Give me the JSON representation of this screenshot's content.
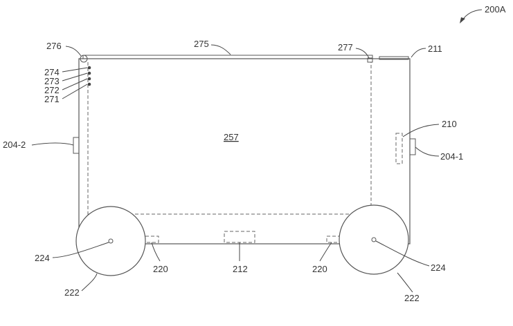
{
  "figure": {
    "id_label": "200A"
  },
  "labels": {
    "ref_276": "276",
    "ref_275": "275",
    "ref_277": "277",
    "ref_211": "211",
    "ref_274": "274",
    "ref_273": "273",
    "ref_272": "272",
    "ref_271": "271",
    "ref_204_2": "204-2",
    "ref_257": "257",
    "ref_210": "210",
    "ref_204_1": "204-1",
    "ref_224_left": "224",
    "ref_220_left": "220",
    "ref_212": "212",
    "ref_220_right": "220",
    "ref_224_right": "224",
    "ref_222_left": "222",
    "ref_222_right": "222"
  },
  "colors": {
    "line": "#555555",
    "text": "#333333",
    "background": "#ffffff"
  }
}
